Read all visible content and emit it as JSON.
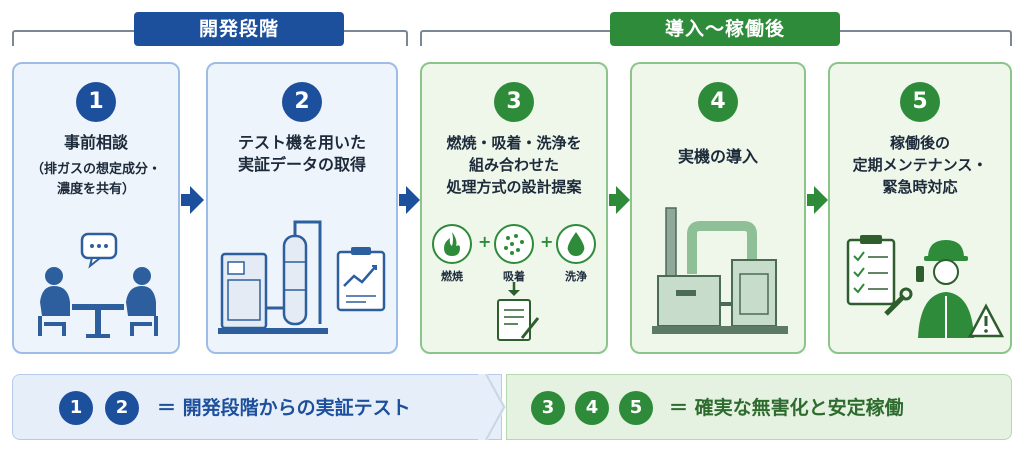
{
  "phases": {
    "development": {
      "label": "開発段階",
      "color": "#1c4f9c"
    },
    "operation": {
      "label": "導入～稼働後",
      "color": "#2e8b3a"
    }
  },
  "steps": [
    {
      "number": "1",
      "title": "事前相談",
      "subtitle": "（排ガスの想定成分・\n濃度を共有）",
      "illustration": "meeting-icon"
    },
    {
      "number": "2",
      "title": "テスト機を用いた\n実証データの取得",
      "illustration": "test-machine-icon"
    },
    {
      "number": "3",
      "title": "燃焼・吸着・洗浄を\n組み合わせた\n処理方式の設計提案",
      "illustration": "process-design-icon",
      "processes": [
        "燃焼",
        "吸着",
        "洗浄"
      ]
    },
    {
      "number": "4",
      "title": "実機の導入",
      "illustration": "plant-icon"
    },
    {
      "number": "5",
      "title": "稼働後の\n定期メンテナンス・\n緊急時対応",
      "illustration": "maintenance-icon"
    }
  ],
  "summary": {
    "left": {
      "numbers": [
        "1",
        "2"
      ],
      "text": "＝ 開発段階からの実証テスト"
    },
    "right": {
      "numbers": [
        "3",
        "4",
        "5"
      ],
      "text": "＝ 確実な無害化と安定稼働"
    }
  }
}
